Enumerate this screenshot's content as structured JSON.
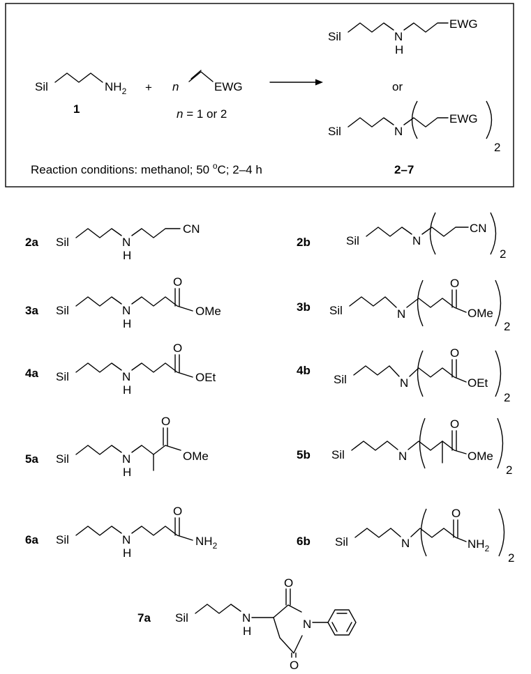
{
  "scheme": {
    "reactant_sil": "Sil",
    "reactant_nh": "NH",
    "reactant_nh_sub": "2",
    "plus": "+",
    "n_var": "n",
    "ewg": "EWG",
    "compound_1": "1",
    "n_condition": "n = 1 or 2",
    "or": "or",
    "product_sil_1": "Sil",
    "product_n_1": "N",
    "product_h_1": "H",
    "product_ewg_1": "EWG",
    "product_sil_2": "Sil",
    "product_n_2": "N",
    "product_ewg_2": "EWG",
    "product_sub_2": "2",
    "conditions": "Reaction conditions: methanol; 50 °C; 2–4 h",
    "products_label": "2–7"
  },
  "compounds": [
    {
      "id": "2a",
      "sil": "Sil",
      "n": "N",
      "h": "H",
      "group": "CN"
    },
    {
      "id": "2b",
      "sil": "Sil",
      "n": "N",
      "group": "CN",
      "sub": "2"
    },
    {
      "id": "3a",
      "sil": "Sil",
      "n": "N",
      "h": "H",
      "o": "O",
      "group": "OMe"
    },
    {
      "id": "3b",
      "sil": "Sil",
      "n": "N",
      "o": "O",
      "group": "OMe",
      "sub": "2"
    },
    {
      "id": "4a",
      "sil": "Sil",
      "n": "N",
      "h": "H",
      "o": "O",
      "group": "OEt"
    },
    {
      "id": "4b",
      "sil": "Sil",
      "n": "N",
      "o": "O",
      "group": "OEt",
      "sub": "2"
    },
    {
      "id": "5a",
      "sil": "Sil",
      "n": "N",
      "h": "H",
      "o": "O",
      "group": "OMe"
    },
    {
      "id": "5b",
      "sil": "Sil",
      "n": "N",
      "o": "O",
      "group": "OMe",
      "sub": "2"
    },
    {
      "id": "6a",
      "sil": "Sil",
      "n": "N",
      "h": "H",
      "o": "O",
      "group": "NH",
      "group_sub": "2"
    },
    {
      "id": "6b",
      "sil": "Sil",
      "n": "N",
      "o": "O",
      "group": "NH",
      "group_sub": "2",
      "sub": "2"
    },
    {
      "id": "7a",
      "sil": "Sil",
      "n_amine": "N",
      "h": "H",
      "n_ring": "N",
      "o_top": "O",
      "o_bottom": "O"
    }
  ]
}
